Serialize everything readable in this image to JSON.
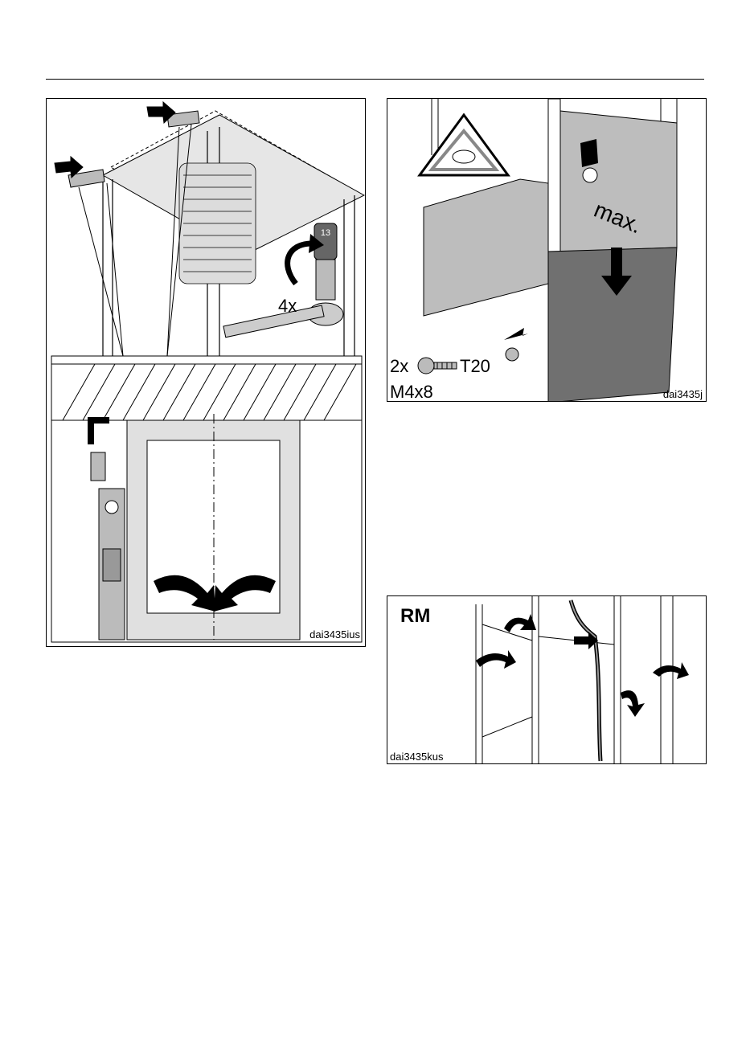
{
  "figure_left": {
    "code": "dai3435ius",
    "count_label": "4x",
    "socket_size": "13"
  },
  "figure_top_right": {
    "code": "dai3435j",
    "max_label": "max.",
    "screw_count": "2x",
    "screw_drive": "T20",
    "screw_size": "M4x8"
  },
  "figure_bottom_right": {
    "code": "dai3435kus",
    "model_label": "RM"
  }
}
